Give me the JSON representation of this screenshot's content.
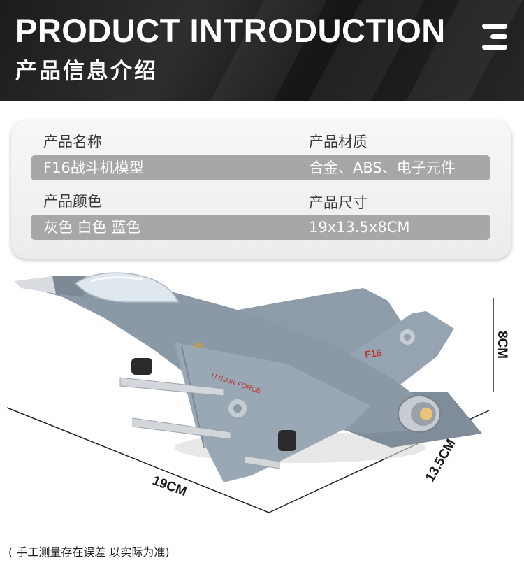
{
  "header": {
    "title_en": "PRODUCT INTRODUCTION",
    "title_zh": "产品信息介绍"
  },
  "info": {
    "name_label": "产品名称",
    "name_value": "F16战斗机模型",
    "material_label": "产品材质",
    "material_value": "合金、ABS、电子元件",
    "color_label": "产品颜色",
    "color_value": "灰色 白色 蓝色",
    "size_label": "产品尺寸",
    "size_value": "19x13.5x8CM"
  },
  "image": {
    "wing_text": "U.S.AIR FORCE",
    "tail_text": "F16",
    "us_mark": "US"
  },
  "dimensions": {
    "length": "19CM",
    "width": "13.5CM",
    "height": "8CM"
  },
  "note": "( 手工测量存在误差 以实际为准)",
  "colors": {
    "header_bg": "#1c1c1c",
    "bar": "#a7a7a7",
    "plane_gray": "#8b98a5"
  }
}
